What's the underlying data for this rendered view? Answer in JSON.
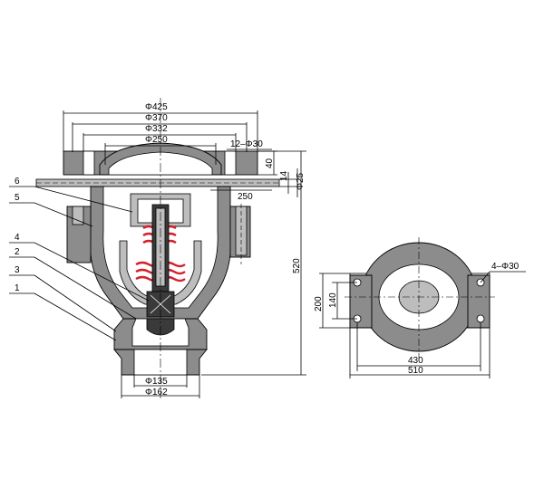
{
  "front_view": {
    "dims": {
      "phi425": "Φ425",
      "phi370": "Φ370",
      "phi332": "Φ332",
      "phi250": "Φ250",
      "bolts": "12–Φ30",
      "d40": "40",
      "d14": "14",
      "phi25": "Φ25",
      "d250": "250",
      "d520": "520",
      "phi135": "Φ135",
      "phi162": "Φ162"
    },
    "callouts": [
      "1",
      "2",
      "3",
      "4",
      "5",
      "6"
    ]
  },
  "plan_view": {
    "dims": {
      "bolts": "4–Φ30",
      "d200": "200",
      "d140": "140",
      "d430": "430",
      "d510": "510"
    }
  },
  "colors": {
    "body": "#8c8c8c",
    "spring": "#d4202a",
    "stem": "#3a3a3a"
  }
}
